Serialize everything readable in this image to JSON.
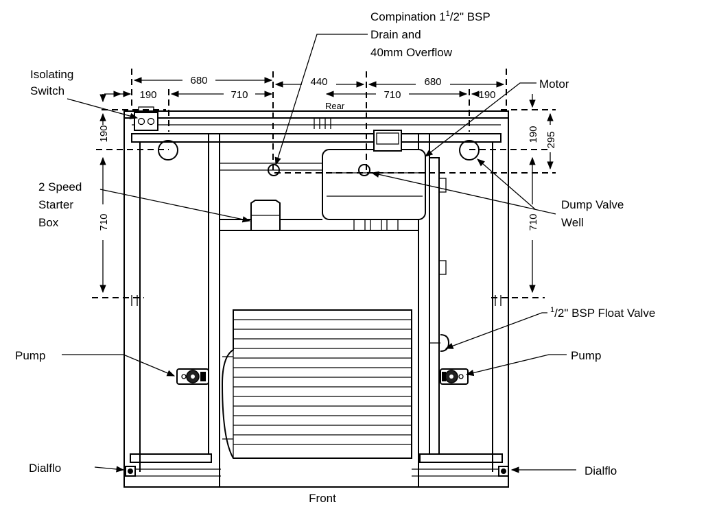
{
  "labels": {
    "combination_line1": "Compination 1",
    "combination_sup": "1",
    "combination_sub": "/2",
    "combination_tail": "\" BSP",
    "combination_line2": "Drain and",
    "combination_line3": "40mm Overflow",
    "isolating_line1": "Isolating",
    "isolating_line2": "Switch",
    "motor": "Motor",
    "starter_line1": "2 Speed",
    "starter_line2": "Starter",
    "starter_line3": "Box",
    "dump_line1": "Dump Valve",
    "dump_line2": "Well",
    "float_sup": "1",
    "float_sub": "/2",
    "float_tail": "\" BSP Float Valve",
    "pump_left": "Pump",
    "pump_right": "Pump",
    "dialflo_left": "Dialflo",
    "dialflo_right": "Dialflo",
    "rear": "Rear",
    "front": "Front"
  },
  "dimensions": {
    "top_left_680": "680",
    "top_left_190": "190",
    "top_left_710": "710",
    "top_center_440": "440",
    "top_right_710": "710",
    "top_right_680": "680",
    "top_right_190": "190",
    "left_vertical_190": "190",
    "left_vertical_710": "710",
    "right_vertical_190": "190",
    "right_vertical_295": "295",
    "right_vertical_710": "710"
  }
}
